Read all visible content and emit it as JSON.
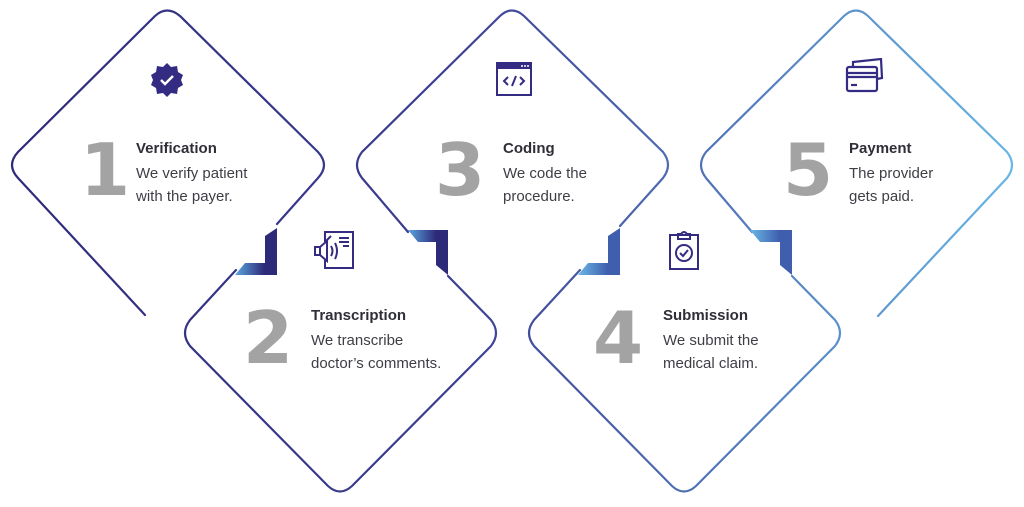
{
  "colors": {
    "dark": "#2e2a7a",
    "light": "#6ab8e6",
    "number": "#a3a3a3",
    "icon": "#342c82"
  },
  "steps": [
    {
      "number": "1",
      "title": "Verification",
      "line1": "We verify patient",
      "line2": "with the payer.",
      "icon": "verified-badge-icon"
    },
    {
      "number": "2",
      "title": "Transcription",
      "line1": "We transcribe",
      "line2": "doctor’s comments.",
      "icon": "audio-document-icon"
    },
    {
      "number": "3",
      "title": "Coding",
      "line1": "We code the",
      "line2": "procedure.",
      "icon": "code-window-icon"
    },
    {
      "number": "4",
      "title": "Submission",
      "line1": "We submit the",
      "line2": "medical claim.",
      "icon": "clipboard-check-icon"
    },
    {
      "number": "5",
      "title": "Payment",
      "line1": "The provider",
      "line2": "gets paid.",
      "icon": "credit-cards-icon"
    }
  ]
}
